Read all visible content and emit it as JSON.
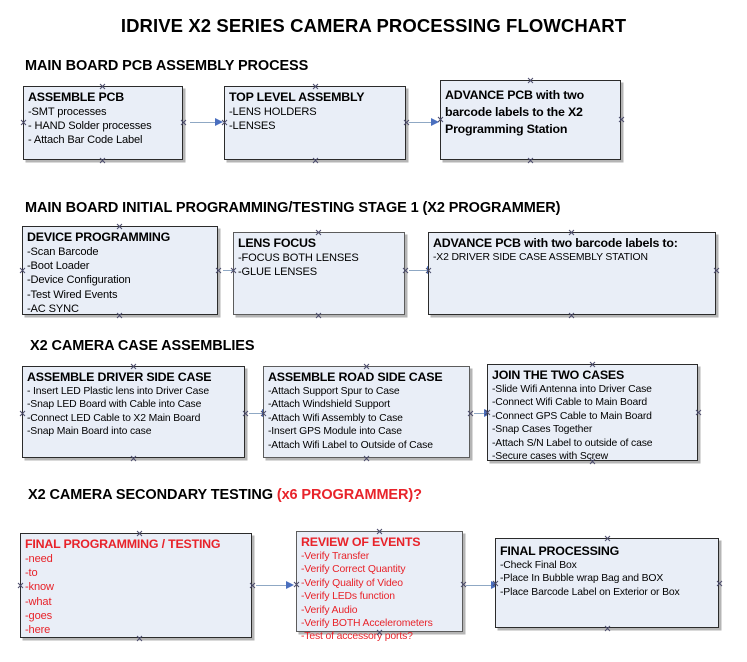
{
  "title": "IDRIVE X2  SERIES CAMERA PROCESSING FLOWCHART",
  "sections": [
    {
      "heading": "MAIN BOARD PCB ASSEMBLY PROCESS",
      "heading_accent": "",
      "boxes": [
        {
          "title": "ASSEMBLE PCB",
          "lines": [
            "-SMT processes",
            "- HAND Solder processes",
            "- Attach Bar Code Label"
          ]
        },
        {
          "title": "TOP LEVEL ASSEMBLY",
          "lines": [
            "-LENS HOLDERS",
            "-LENSES"
          ]
        },
        {
          "title": "ADVANCE PCB with two barcode labels to the  X2 Programming Station",
          "lines": []
        }
      ]
    },
    {
      "heading": "MAIN BOARD INITIAL PROGRAMMING/TESTING STAGE 1 (X2 PROGRAMMER)",
      "heading_accent": "",
      "boxes": [
        {
          "title": "DEVICE PROGRAMMING",
          "lines": [
            "-Scan Barcode",
            "-Boot Loader",
            "-Device Configuration",
            "-Test Wired Events",
            "-AC SYNC"
          ]
        },
        {
          "title": "LENS FOCUS",
          "lines": [
            "-FOCUS BOTH LENSES",
            "-GLUE LENSES"
          ]
        },
        {
          "title": "ADVANCE PCB with two barcode labels to:",
          "lines": [
            "-X2 DRIVER  SIDE  CASE  ASSEMBLY STATION"
          ]
        }
      ]
    },
    {
      "heading": "X2 CAMERA CASE ASSEMBLIES",
      "heading_accent": "",
      "boxes": [
        {
          "title": "ASSEMBLE DRIVER SIDE CASE",
          "lines": [
            "- Insert LED Plastic lens into Driver Case",
            "-Snap LED Board with Cable into Case",
            "-Connect LED Cable to X2 Main Board",
            "-Snap Main Board into case"
          ]
        },
        {
          "title": "ASSEMBLE ROAD SIDE CASE",
          "lines": [
            "-Attach Support Spur to Case",
            "-Attach Windshield Support",
            "-Attach Wifi Assembly to Case",
            "-Insert GPS Module into Case",
            "-Attach Wifi Label to Outside of Case"
          ]
        },
        {
          "title": "JOIN THE TWO CASES",
          "lines": [
            "-Slide Wifi Antenna into Driver Case",
            "-Connect Wifi Cable to Main Board",
            "-Connect GPS Cable to Main Board",
            "-Snap Cases Together",
            "-Attach S/N Label to outside of case",
            "-Secure cases with Screw"
          ]
        }
      ]
    },
    {
      "heading": "X2 CAMERA SECONDARY TESTING ",
      "heading_accent": "(x6 PROGRAMMER)?",
      "boxes": [
        {
          "title": "FINAL PROGRAMMING / TESTING",
          "lines": [
            "-need",
            "-to",
            "-know",
            "-what",
            "-goes",
            "-here"
          ]
        },
        {
          "title": "REVIEW OF EVENTS",
          "lines": [
            "-Verify Transfer",
            "-Verify Correct Quantity",
            "-Verify Quality of Video",
            "-Verify LEDs function",
            "-Verify Audio",
            "-Verify BOTH Accelerometers",
            "-Test of accessory ports?"
          ]
        },
        {
          "title": "FINAL PROCESSING",
          "lines": [
            " -Check Final Box",
            "-Place In Bubble wrap Bag and BOX",
            "-Place Barcode Label on Exterior or Box"
          ]
        }
      ]
    }
  ],
  "colors": {
    "box_fill": "#e9eef7",
    "box_border": "#2b2b2b",
    "arrow_shaft": "#8fa8c4",
    "arrow_head": "#4a6fbf",
    "accent_red": "#e8232a",
    "text": "#000000"
  }
}
